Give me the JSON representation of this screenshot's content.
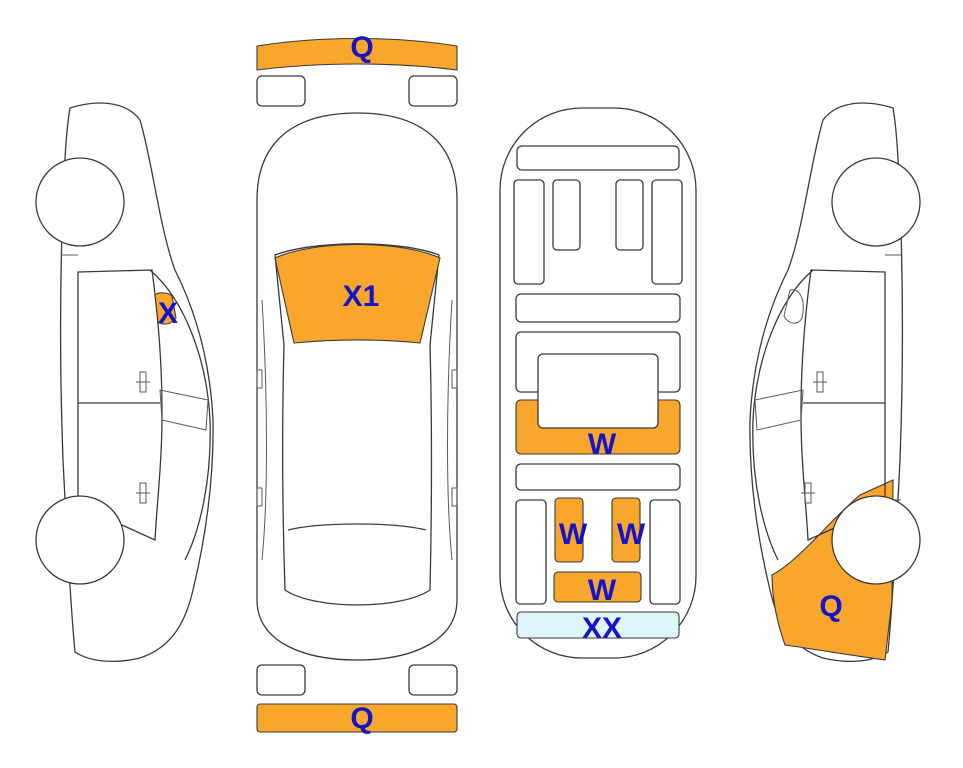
{
  "colors": {
    "damage": "#f9a72c",
    "marked": "#dff4fb",
    "code_text": "#1414c8"
  },
  "codes": {
    "front_bumper": "Q",
    "windshield": "X1",
    "left_rear_window": "X",
    "trunk_floor_center": "W",
    "trunk_left": "W",
    "trunk_right": "W",
    "trunk_lower": "W",
    "rear_panel": "XX",
    "right_front_fender": "Q",
    "rear_bumper": "Q"
  }
}
